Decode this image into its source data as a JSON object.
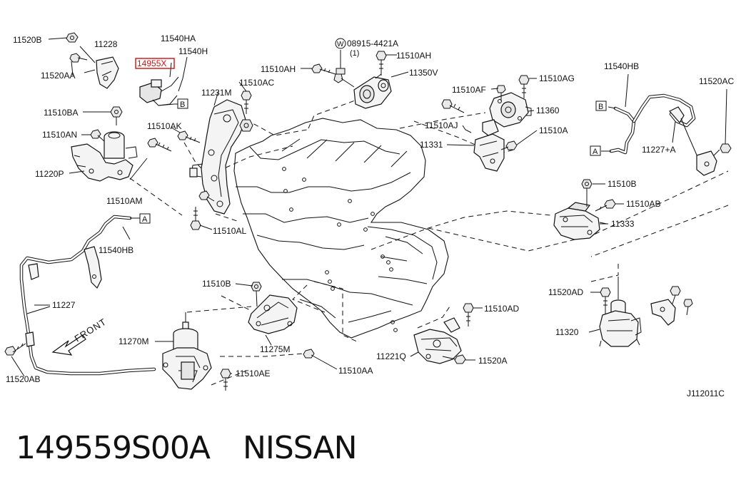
{
  "labels": {
    "l_11520B": "11520B",
    "l_11228": "11228",
    "l_11540HA": "11540HA",
    "l_14955X": "14955X",
    "l_11540H": "11540H",
    "l_11520AA": "11520AA",
    "l_11510BA": "11510BA",
    "l_11510AN": "11510AN",
    "l_11220P": "11220P",
    "l_11510AM": "11510AM",
    "l_11510AK": "11510AK",
    "l_11231M": "11231M",
    "l_11510AC": "11510AC",
    "l_11510AH_a": "11510AH",
    "l_08915": "08915-4421A",
    "l_qty": "(1)",
    "l_11510AH_b": "11510AH",
    "l_11350V": "11350V",
    "l_11510AG": "11510AG",
    "l_11510AF": "11510AF",
    "l_11360": "11360",
    "l_11510AJ": "11510AJ",
    "l_11510A": "11510A",
    "l_11331": "11331",
    "l_11540HB_r": "11540HB",
    "l_11520AC": "11520AC",
    "l_11227A": "11227+A",
    "l_11510B_r": "11510B",
    "l_11510AB": "11510AB",
    "l_11333": "11333",
    "l_11540HB_l": "11540HB",
    "l_11510AL": "11510AL",
    "l_11227": "11227",
    "l_11510B_c": "11510B",
    "l_11510AD": "11510AD",
    "l_11520AD": "11520AD",
    "l_11320": "11320",
    "l_11270M": "11270M",
    "l_11275M": "11275M",
    "l_11221Q": "11221Q",
    "l_11520A": "11520A",
    "l_11510AA": "11510AA",
    "l_11510AE": "11510AE",
    "l_11520AB": "11520AB",
    "l_front": "FRONT",
    "l_code": "J112011C"
  },
  "callouts": {
    "a_left": "A",
    "a_right": "A",
    "b_left": "B",
    "b_right": "B",
    "w_symbol": "W"
  },
  "caption": {
    "part_number": "149559S00A",
    "brand": "NISSAN"
  },
  "colors": {
    "highlight": "#cc1111",
    "ink": "#111111"
  }
}
